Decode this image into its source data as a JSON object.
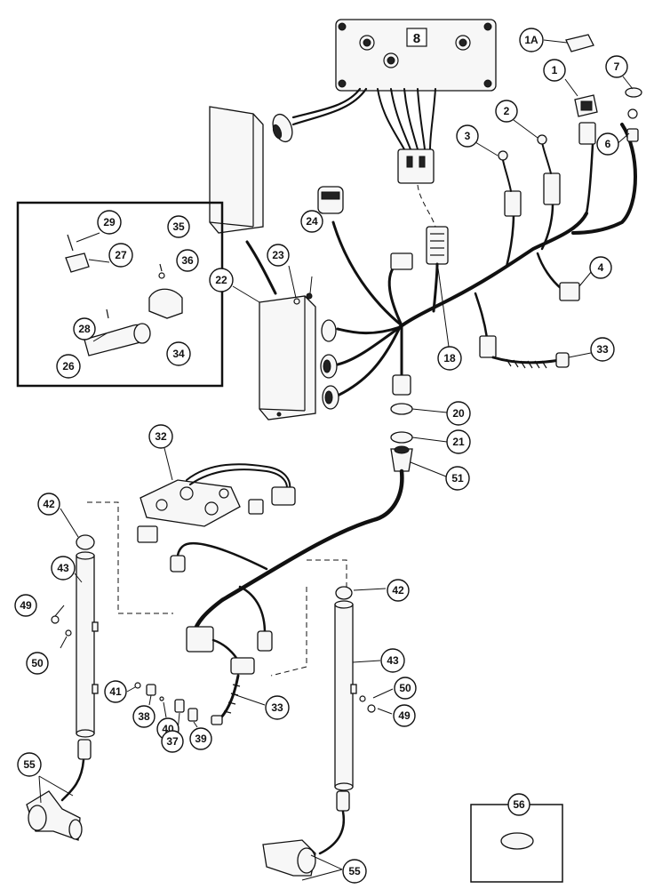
{
  "callouts": [
    {
      "id": "c1A",
      "label": "1A"
    },
    {
      "id": "c1",
      "label": "1"
    },
    {
      "id": "c7",
      "label": "7"
    },
    {
      "id": "c6",
      "label": "6"
    },
    {
      "id": "c2",
      "label": "2"
    },
    {
      "id": "c3",
      "label": "3"
    },
    {
      "id": "c4",
      "label": "4"
    },
    {
      "id": "c33a",
      "label": "33"
    },
    {
      "id": "c18",
      "label": "18"
    },
    {
      "id": "c20",
      "label": "20"
    },
    {
      "id": "c21",
      "label": "21"
    },
    {
      "id": "c51",
      "label": "51"
    },
    {
      "id": "c22",
      "label": "22"
    },
    {
      "id": "c23",
      "label": "23"
    },
    {
      "id": "c24",
      "label": "24"
    },
    {
      "id": "c29",
      "label": "29"
    },
    {
      "id": "c27",
      "label": "27"
    },
    {
      "id": "c35",
      "label": "35"
    },
    {
      "id": "c36",
      "label": "36"
    },
    {
      "id": "c28",
      "label": "28"
    },
    {
      "id": "c26",
      "label": "26"
    },
    {
      "id": "c34",
      "label": "34"
    },
    {
      "id": "c32",
      "label": "32"
    },
    {
      "id": "c42a",
      "label": "42"
    },
    {
      "id": "c43a",
      "label": "43"
    },
    {
      "id": "c49a",
      "label": "49"
    },
    {
      "id": "c50a",
      "label": "50"
    },
    {
      "id": "c42b",
      "label": "42"
    },
    {
      "id": "c43b",
      "label": "43"
    },
    {
      "id": "c50b",
      "label": "50"
    },
    {
      "id": "c49b",
      "label": "49"
    },
    {
      "id": "c41",
      "label": "41"
    },
    {
      "id": "c38",
      "label": "38"
    },
    {
      "id": "c40",
      "label": "40"
    },
    {
      "id": "c37",
      "label": "37"
    },
    {
      "id": "c39",
      "label": "39"
    },
    {
      "id": "c33b",
      "label": "33"
    },
    {
      "id": "c55a",
      "label": "55"
    },
    {
      "id": "c55b",
      "label": "55"
    },
    {
      "id": "c56",
      "label": "56"
    }
  ],
  "display_digit": "8"
}
